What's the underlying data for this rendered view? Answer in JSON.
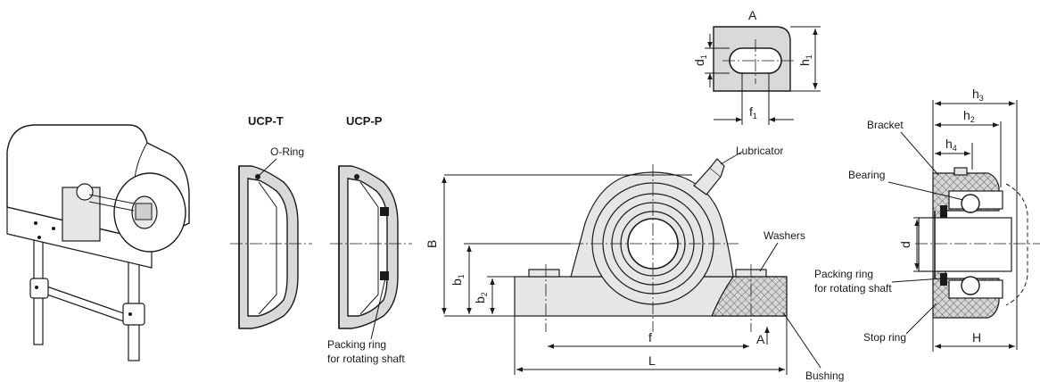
{
  "labels": {
    "ucp_t": "UCP-T",
    "ucp_p": "UCP-P",
    "o_ring": "O-Ring",
    "packing_ring_1": "Packing ring",
    "packing_ring_2": "for rotating shaft",
    "lubricator": "Lubricator",
    "washers": "Washers",
    "bushing": "Bushing",
    "bracket": "Bracket",
    "bearing": "Bearing",
    "stop_ring": "Stop ring"
  },
  "dimensions": {
    "A": "A",
    "A_section": "A",
    "d1": "d",
    "d1_sub": "1",
    "h1": "h",
    "h1_sub": "1",
    "f1": "f",
    "f1_sub": "1",
    "B": "B",
    "b1": "b",
    "b1_sub": "1",
    "b2": "b",
    "b2_sub": "2",
    "f": "f",
    "L": "L",
    "h3": "h",
    "h3_sub": "3",
    "h2": "h",
    "h2_sub": "2",
    "h4": "h",
    "h4_sub": "4",
    "d": "d",
    "H": "H"
  }
}
